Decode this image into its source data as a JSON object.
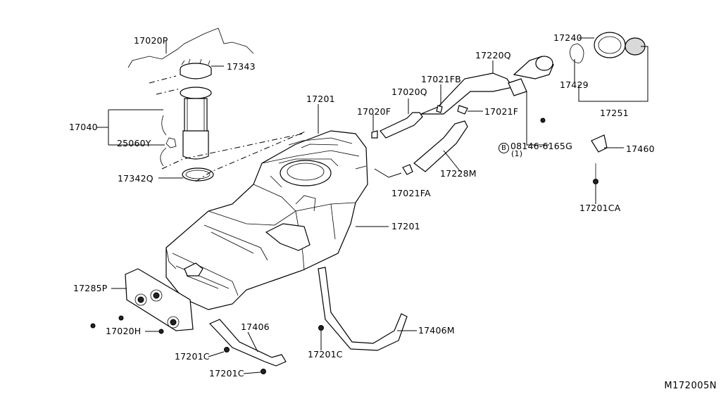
{
  "diagram": {
    "reference": "M172005N",
    "labels": {
      "p17020P": "17020P",
      "p17343": "17343",
      "p17040": "17040",
      "p25060Y": "25060Y",
      "p17342Q": "17342Q",
      "p17201_top": "17201",
      "p17020Q": "17020Q",
      "p17021FB": "17021FB",
      "p17220Q": "17220Q",
      "p17240": "17240",
      "p17429": "17429",
      "p17251": "17251",
      "p17020F": "17020F",
      "p17021F": "17021F",
      "p08146_6165G": "08146-6165G",
      "p08146_qty": "(1)",
      "p08146_prefix": "B",
      "p17460": "17460",
      "p17228M": "17228M",
      "p17021FA": "17021FA",
      "p17201CA": "17201CA",
      "p17201_mid": "17201",
      "p17285P": "17285P",
      "p17020H": "17020H",
      "p17406": "17406",
      "p17406M": "17406M",
      "p17201C_left": "17201C",
      "p17201C_right": "17201C",
      "p17201C_bottom": "17201C"
    }
  }
}
